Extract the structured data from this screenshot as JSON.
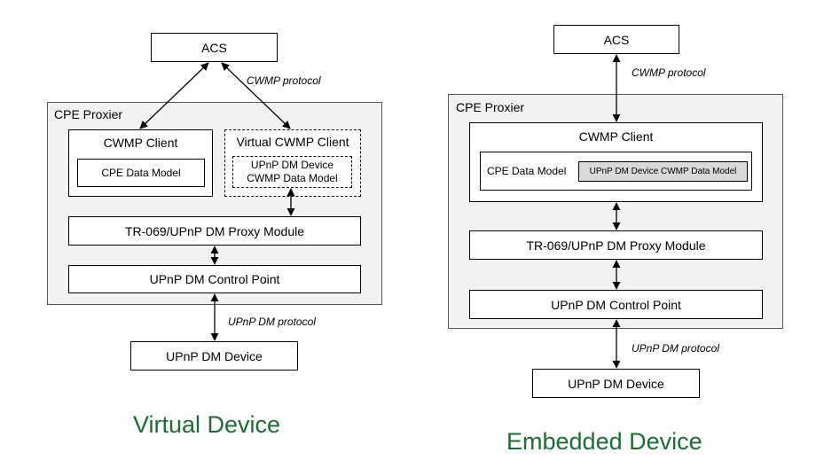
{
  "left": {
    "acs": "ACS",
    "protocol_top": "CWMP protocol",
    "container_title": "CPE Proxier",
    "cwmp_client": "CWMP Client",
    "cpe_data_model": "CPE Data Model",
    "virtual_client": "Virtual CWMP Client",
    "upnp_dm_line1": "UPnP DM Device",
    "upnp_dm_line2": "CWMP Data Model",
    "proxy_module": "TR-069/UPnP DM Proxy Module",
    "control_point": "UPnP DM Control Point",
    "protocol_bottom": "UPnP DM protocol",
    "device": "UPnP DM Device",
    "caption": "Virtual Device"
  },
  "right": {
    "acs": "ACS",
    "protocol_top": "CWMP protocol",
    "container_title": "CPE Proxier",
    "cwmp_client": "CWMP Client",
    "cpe_data_model": "CPE Data Model",
    "upnp_dm_model": "UPnP DM Device CWMP Data Model",
    "proxy_module": "TR-069/UPnP DM Proxy Module",
    "control_point": "UPnP DM Control Point",
    "protocol_bottom": "UPnP DM protocol",
    "device": "UPnP DM Device",
    "caption": "Embedded Device"
  }
}
